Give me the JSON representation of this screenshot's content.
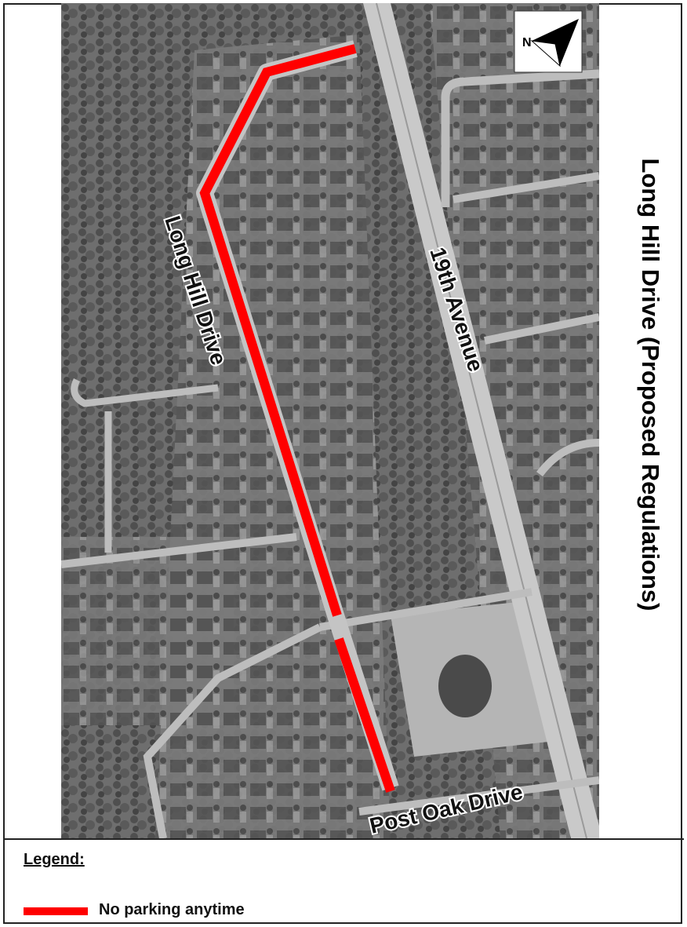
{
  "map": {
    "side_title": "Long Hill Drive (Proposed Regulations)",
    "north_label": "N",
    "labels": {
      "long_hill_drive": "Long Hill Drive",
      "nineteenth_avenue": "19th Avenue",
      "post_oak_drive": "Post Oak Drive"
    },
    "colors": {
      "no_parking": "#ff0000",
      "imagery_base": "#8c8c8c"
    }
  },
  "legend": {
    "title": "Legend:",
    "items": [
      {
        "label": "No parking anytime",
        "color": "#ff0000"
      }
    ]
  }
}
